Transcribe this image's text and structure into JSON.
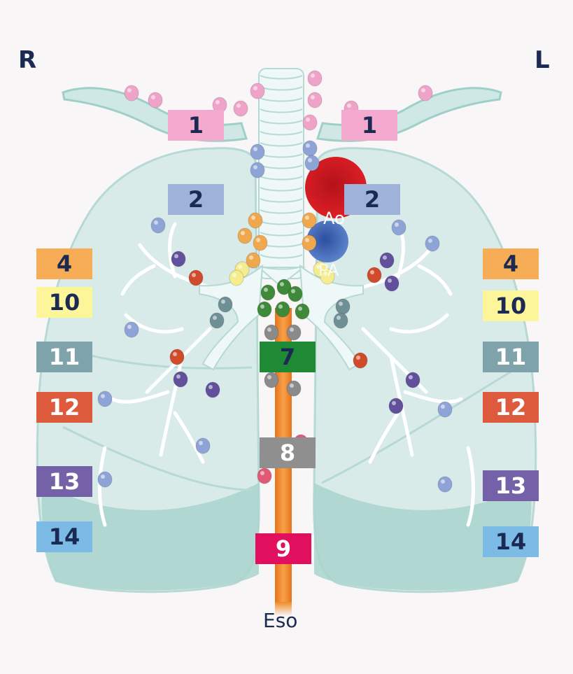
{
  "sides": {
    "right": "R",
    "left": "L"
  },
  "structures": {
    "aorta": "Ao",
    "pulmonary_artery": "PA",
    "esophagus": "Eso"
  },
  "stations": [
    {
      "id": "s1-right",
      "label": "1",
      "color": "#f4a9cf",
      "text_color": "#1b2a52"
    },
    {
      "id": "s1-left",
      "label": "1",
      "color": "#f4a9cf",
      "text_color": "#1b2a52"
    },
    {
      "id": "s2-right",
      "label": "2",
      "color": "#9fb2da",
      "text_color": "#1b2a52"
    },
    {
      "id": "s2-left",
      "label": "2",
      "color": "#9fb2da",
      "text_color": "#1b2a52"
    },
    {
      "id": "s4-right",
      "label": "4",
      "color": "#f6ad56",
      "text_color": "#1b2a52"
    },
    {
      "id": "s4-left",
      "label": "4",
      "color": "#f6ad56",
      "text_color": "#1b2a52"
    },
    {
      "id": "s10-right",
      "label": "10",
      "color": "#fdf59a",
      "text_color": "#1b2a52"
    },
    {
      "id": "s10-left",
      "label": "10",
      "color": "#fdf59a",
      "text_color": "#1b2a52"
    },
    {
      "id": "s11-right",
      "label": "11",
      "color": "#7ea3ab",
      "text_color": "#ffffff"
    },
    {
      "id": "s11-left",
      "label": "11",
      "color": "#7ea3ab",
      "text_color": "#ffffff"
    },
    {
      "id": "s12-right",
      "label": "12",
      "color": "#dd5a3c",
      "text_color": "#ffffff"
    },
    {
      "id": "s12-left",
      "label": "12",
      "color": "#dd5a3c",
      "text_color": "#ffffff"
    },
    {
      "id": "s13-right",
      "label": "13",
      "color": "#7561a8",
      "text_color": "#ffffff"
    },
    {
      "id": "s13-left",
      "label": "13",
      "color": "#7561a8",
      "text_color": "#ffffff"
    },
    {
      "id": "s14-right",
      "label": "14",
      "color": "#7bbbe6",
      "text_color": "#1b2a52"
    },
    {
      "id": "s14-left",
      "label": "14",
      "color": "#7bbbe6",
      "text_color": "#1b2a52"
    },
    {
      "id": "s7",
      "label": "7",
      "color": "#1f8a36",
      "text_color": "#1b2a52"
    },
    {
      "id": "s8",
      "label": "8",
      "color": "#8f8f8f",
      "text_color": "#ffffff"
    },
    {
      "id": "s9",
      "label": "9",
      "color": "#e0105f",
      "text_color": "#ffffff"
    }
  ],
  "colors": {
    "lung": "#d8ebe9",
    "lung_outline": "#b7d9d6",
    "lung_base": "#a9d3cd",
    "trachea": "#eef8f6",
    "aorta": "#d7191f",
    "pulmonary_artery": "#3a62b5",
    "esophagus": "#f08a23",
    "text_dark": "#1b2a52"
  },
  "node_colors": {
    "1": "#f0a3c8",
    "2": "#8ea3d6",
    "4": "#f0a84f",
    "10": "#f4ec8d",
    "11": "#6e8f96",
    "12": "#d04a2c",
    "13": "#62509c",
    "14": "#6fb0e0",
    "7": "#3f8a3a",
    "8": "#e05a77"
  }
}
